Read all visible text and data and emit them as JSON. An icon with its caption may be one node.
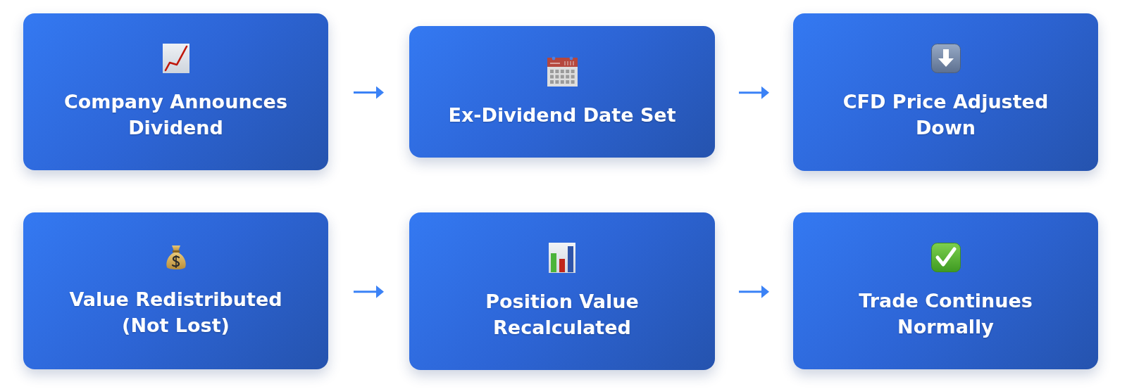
{
  "diagram": {
    "nodes": [
      {
        "text": [
          "Company Announces Dividend"
        ]
      },
      {
        "text": [
          "Ex-Dividend Date Set"
        ]
      },
      {
        "text": [
          "CFD Price Adjusted Down"
        ]
      },
      {
        "text": [
          "Value Redistributed (Not Lost)"
        ]
      },
      {
        "text": [
          "Position Value Recalculated"
        ]
      },
      {
        "text": [
          "Trade Continues Normally"
        ]
      }
    ],
    "edges": [
      {
        "from": 0,
        "to": 1,
        "arrow": "to"
      },
      {
        "from": 1,
        "to": 2,
        "arrow": "to"
      },
      {
        "from": 3,
        "to": 4,
        "arrow": "to"
      },
      {
        "from": 4,
        "to": 5,
        "arrow": "to"
      }
    ]
  }
}
